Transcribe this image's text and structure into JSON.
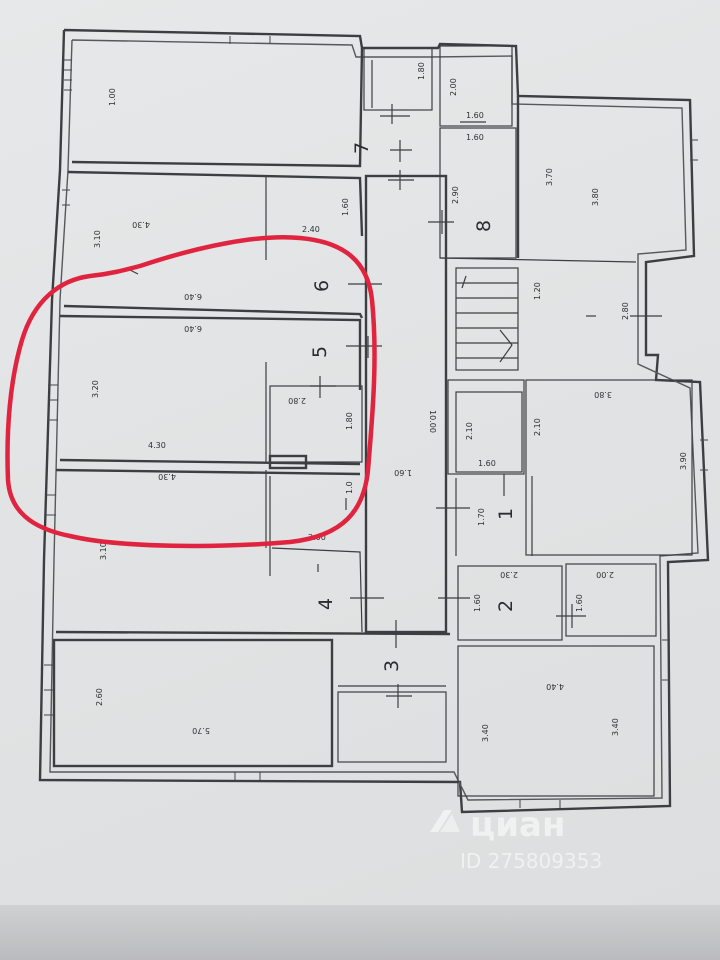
{
  "room_numbers": [
    "7",
    "8",
    "6",
    "5",
    "1",
    "2",
    "4",
    "3"
  ],
  "dimensions": {
    "d1": "1.80",
    "d2": "2.00",
    "d3": "1.60",
    "d4": "1.60",
    "d5": "1.00",
    "d6": "3.70",
    "d7": "3.80",
    "d8": "2.90",
    "d9": "4.30",
    "d10": "3.10",
    "d11": "1.60",
    "d12": "2.40",
    "d13": "6.40",
    "d14": "6.40",
    "d15": "1.20",
    "d16": "2.80",
    "d17": "3.20",
    "d18": "2.80",
    "d19": "1.80",
    "d20": "4.30",
    "d21": "4.30",
    "d22": "10.00",
    "d23": "1.60",
    "d24": "2.10",
    "d25": "2.10",
    "d26": "3.80",
    "d27": "1.60",
    "d28": "3.90",
    "d29": "1.70",
    "d30": "2.00",
    "d31": "1.0",
    "d32": "3.10",
    "d33": "2.30",
    "d34": "2.00",
    "d35": "1.60",
    "d36": "1.60",
    "d37": "2.60",
    "d38": "5.70",
    "d39": "4.40",
    "d40": "3.40",
    "d41": "3.40"
  },
  "watermark": {
    "brand": "циан",
    "id": "ID 275809353"
  },
  "highlight": {
    "color": "#e0243f"
  }
}
